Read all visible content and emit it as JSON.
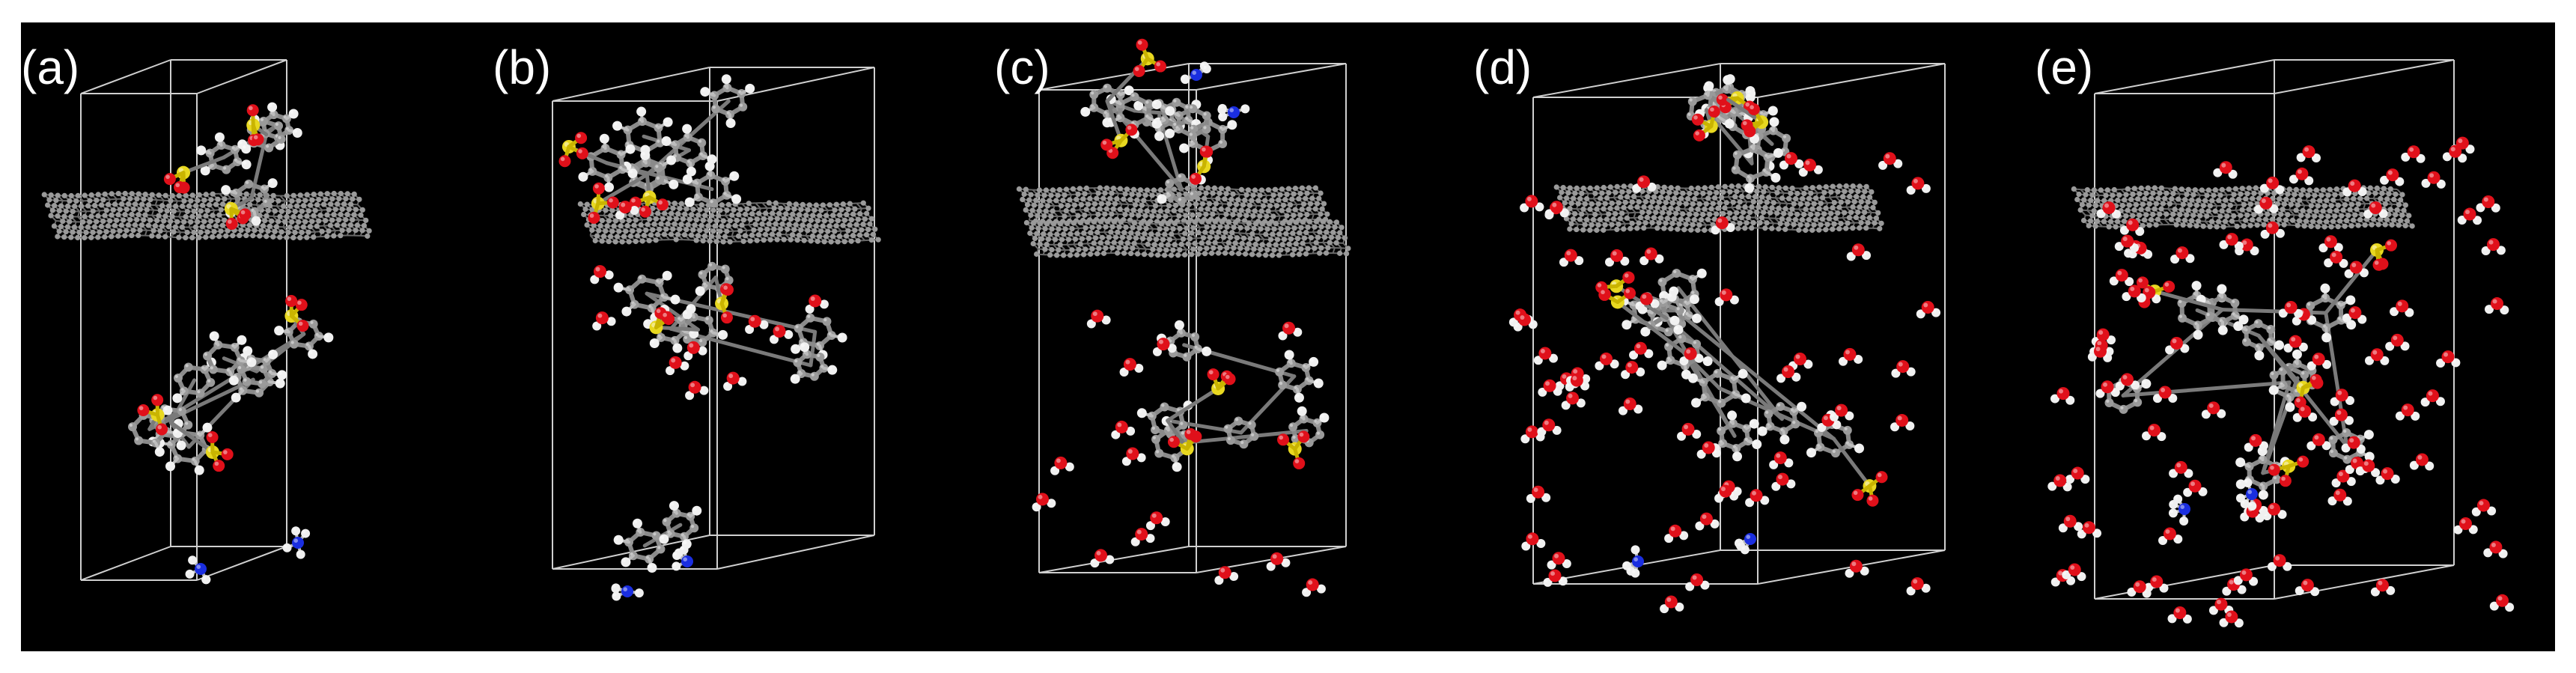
{
  "figure": {
    "background": "#000000",
    "panels": [
      {
        "label": "(a)",
        "content": "molecular-simulation-box",
        "sheet": "upper",
        "water": "none"
      },
      {
        "label": "(b)",
        "content": "molecular-simulation-box",
        "sheet": "upper",
        "water": "few"
      },
      {
        "label": "(c)",
        "content": "molecular-simulation-box",
        "sheet": "two-layers",
        "water": "few"
      },
      {
        "label": "(d)",
        "content": "molecular-simulation-box",
        "sheet": "upper",
        "water": "many"
      },
      {
        "label": "(e)",
        "content": "molecular-simulation-box",
        "sheet": "upper",
        "water": "dense"
      }
    ]
  },
  "atom_colors": {
    "carbon": "#9a9a9a",
    "hydrogen": "#f0f0f0",
    "oxygen": "#e0101a",
    "sulfur": "#e8d820",
    "nitrogen": "#1a2ee0"
  },
  "box_line_color": "#cfcfcf"
}
